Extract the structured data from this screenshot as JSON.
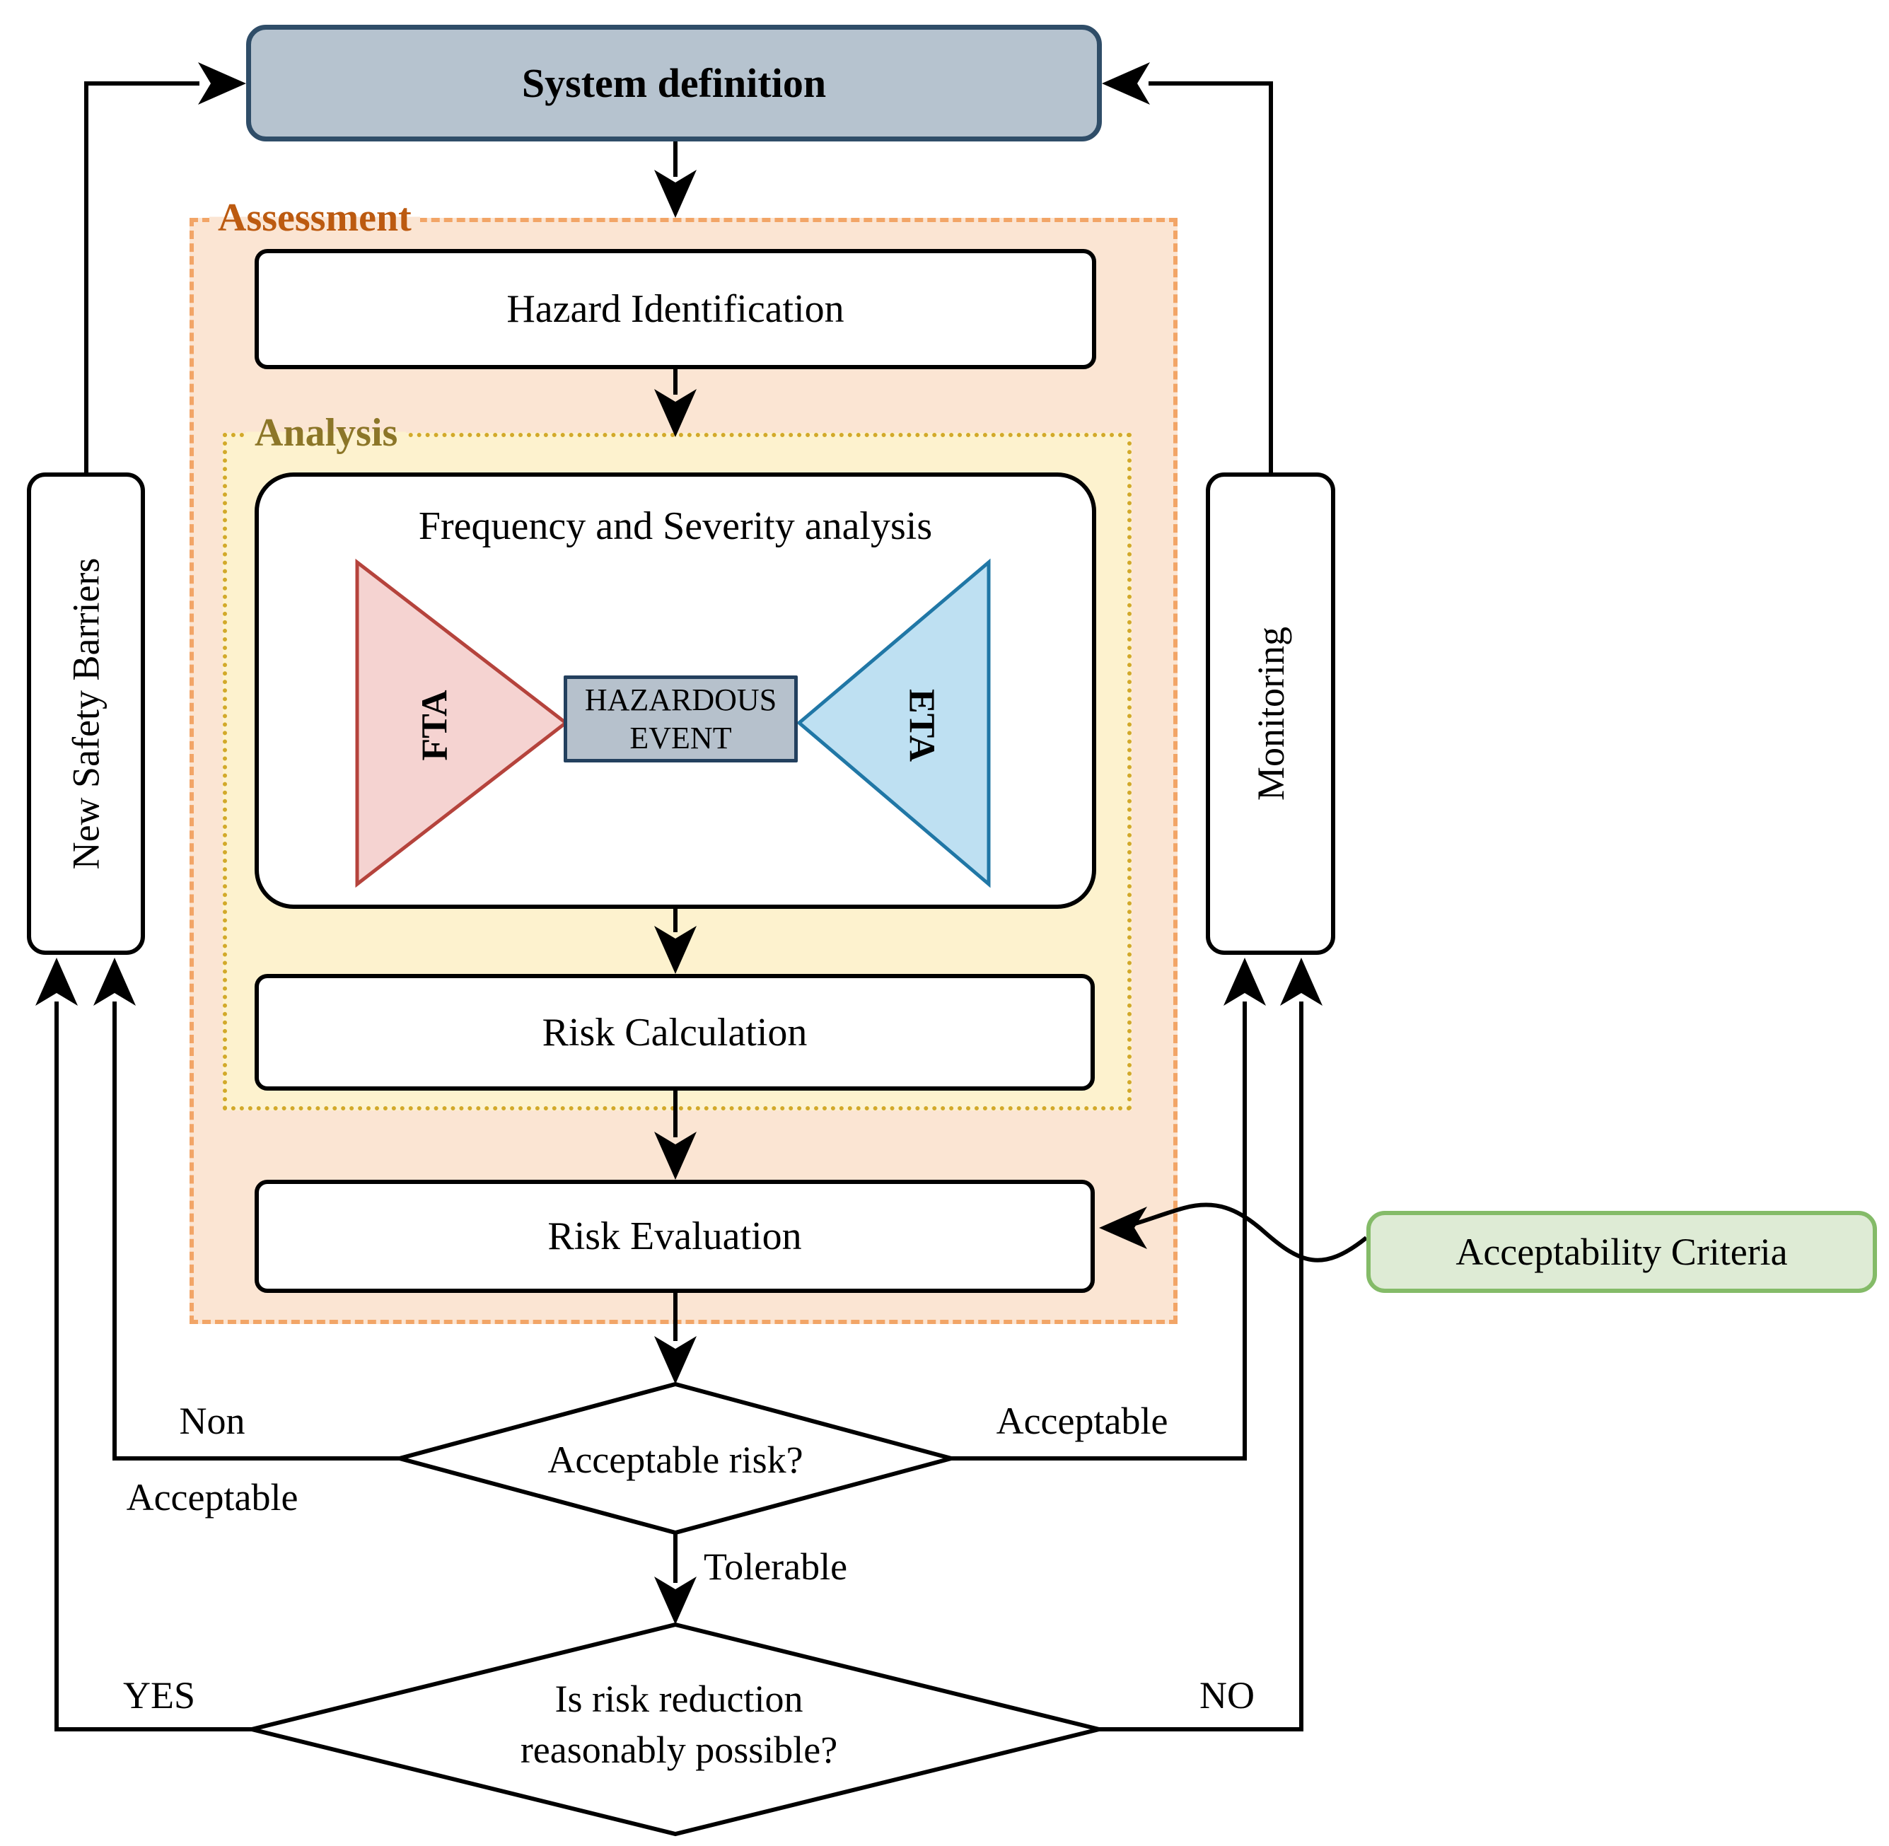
{
  "nodes": {
    "system_definition": "System definition",
    "hazard_identification": "Hazard Identification",
    "frequency_severity": "Frequency and Severity analysis",
    "fta": "FTA",
    "eta": "ETA",
    "hazardous_event_line1": "HAZARDOUS",
    "hazardous_event_line2": "EVENT",
    "risk_calculation": "Risk Calculation",
    "risk_evaluation": "Risk Evaluation",
    "acceptability_criteria": "Acceptability Criteria",
    "new_safety_barriers": "New Safety Barriers",
    "monitoring": "Monitoring"
  },
  "containers": {
    "assessment": "Assessment",
    "analysis": "Analysis"
  },
  "decisions": {
    "acceptable_risk": "Acceptable risk?",
    "risk_reduction_line1": "Is risk reduction",
    "risk_reduction_line2": "reasonably possible?"
  },
  "edge_labels": {
    "non_acceptable_line1": "Non",
    "non_acceptable_line2": "Acceptable",
    "acceptable": "Acceptable",
    "tolerable": "Tolerable",
    "yes": "YES",
    "no": "NO"
  },
  "colors": {
    "system_definition_fill": "#b6c3cf",
    "system_definition_border": "#2f4d68",
    "assessment_fill": "#fbe5d3",
    "assessment_border": "#f2a567",
    "assessment_label": "#bc5a10",
    "analysis_fill": "#fdf2ce",
    "analysis_border": "#d2a92a",
    "analysis_label": "#8c7628",
    "fta_fill": "#f5d3d1",
    "fta_border": "#b5433c",
    "eta_fill": "#bee0f2",
    "eta_border": "#2077a6",
    "hazardous_fill": "#b6c1cc",
    "hazardous_border": "#23405e",
    "criteria_fill": "#deebd5",
    "criteria_border": "#84bb68",
    "connector": "#000000"
  }
}
